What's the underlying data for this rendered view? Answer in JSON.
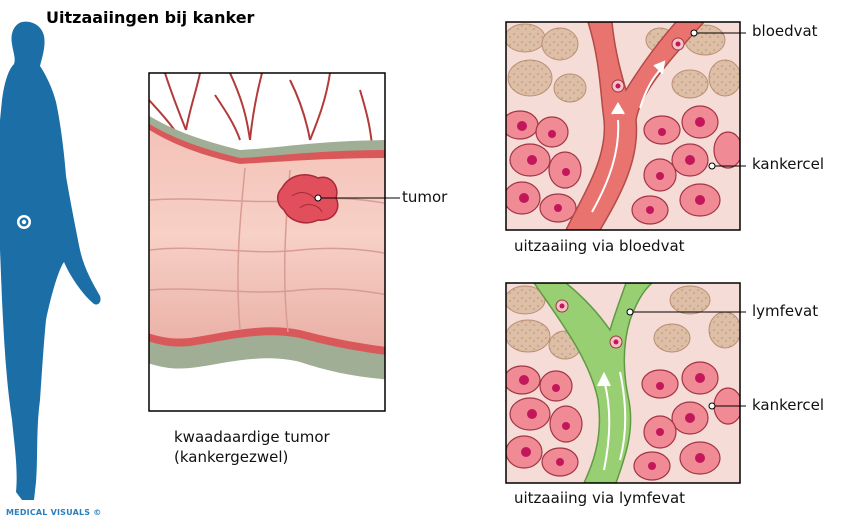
{
  "title": "Uitzaaiingen bij kanker",
  "tumor_panel": {
    "label_tumor": "tumor",
    "caption_line1": "kwaadaardige tumor",
    "caption_line2": "(kankergezwel)"
  },
  "blood_panel": {
    "label_vessel": "bloedvat",
    "label_cell": "kankercel",
    "caption": "uitzaaiing via bloedvat"
  },
  "lymph_panel": {
    "label_vessel": "lymfevat",
    "label_cell": "kankercel",
    "caption": "uitzaaiing via lymfevat"
  },
  "credit": "MEDICAL VISUALS ©",
  "colors": {
    "body_silhouette": "#1c6fa6",
    "tissue_pink": "#f2b4b8",
    "cell_pink": "#e8636f",
    "nucleus": "#c2185b",
    "blood_vessel": "#e8736f",
    "lymph_vessel": "#98cf72",
    "fat_tan": "#d9b89c",
    "intestine_wall": "#9fae94"
  }
}
